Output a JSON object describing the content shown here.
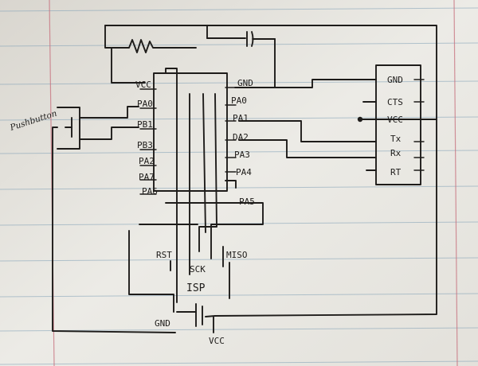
{
  "mcu": {
    "left_pins": [
      "VCC",
      "PA0",
      "PB1",
      "PB3",
      "PA2",
      "PA7",
      "PA6"
    ],
    "right_pins": [
      "GND",
      "PA0",
      "PA1",
      "DA2",
      "PA3",
      "PA4",
      "PA5"
    ]
  },
  "bt_module": {
    "pins": [
      "GND",
      "CTS",
      "VCC",
      "Tx",
      "Rx",
      "RT"
    ]
  },
  "isp": {
    "label": "ISP",
    "pins": [
      "RST",
      "SCK",
      "MISO",
      "GND"
    ],
    "vcc_label": "VCC"
  },
  "pushbutton": {
    "label": "Pushbutton"
  },
  "colors": {
    "ink": "#1e1c1a",
    "paper": "#e9e7e1",
    "ruling": "#7f9fb5",
    "margin": "#c7707d"
  }
}
